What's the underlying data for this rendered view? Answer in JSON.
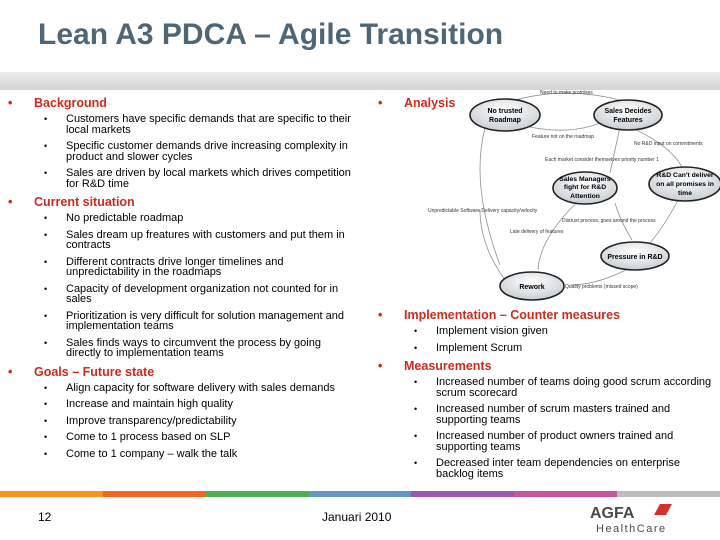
{
  "title": "Lean A3 PDCA – Agile Transition",
  "left": {
    "background": {
      "heading": "Background",
      "items": [
        "Customers have specific demands that are specific to their local markets",
        "Specific customer demands drive increasing complexity in product and slower cycles",
        "Sales are driven by local markets which drives competition for R&D time"
      ]
    },
    "current": {
      "heading": "Current situation",
      "items": [
        "No predictable roadmap",
        "Sales dream up freatures with customers and put them in contracts",
        "Different contracts drive longer timelines and unpredictability in the roadmaps",
        "Capacity of development organization not counted for in sales",
        "Prioritization is very difficult for solution management and implementation teams",
        "Sales finds ways to circumvent the process by going directly to implementation teams"
      ]
    },
    "goals": {
      "heading": "Goals – Future state",
      "items": [
        "Align capacity for software delivery with sales demands",
        "Increase and maintain high quality",
        "Improve transparency/predictability",
        "Come to 1 process based on SLP",
        "Come to 1 company – walk the talk"
      ]
    }
  },
  "right": {
    "analysis": {
      "heading": "Analysis"
    },
    "implementation": {
      "heading": "Implementation – Counter measures",
      "items": [
        "Implement vision given",
        "Implement Scrum"
      ]
    },
    "measurements": {
      "heading": "Measurements",
      "items": [
        "Increased number of teams doing good scrum according scrum scorecard",
        "Increased number of scrum masters trained and supporting teams",
        "Increased number of product owners trained and supporting teams",
        "Decreased inter team dependencies on enterprise backlog items"
      ]
    }
  },
  "diagram": {
    "nodes": {
      "roadmap": [
        "No trusted",
        "Roadmap"
      ],
      "sales": [
        "Sales Decides",
        "Features"
      ],
      "managers": [
        "Sales Managers",
        "fight for R&D",
        "Attention"
      ],
      "deliver": [
        "R&D Can't deliver",
        "on all promises in",
        "time"
      ],
      "pressure": [
        "Pressure in R&D"
      ],
      "rework": [
        "Rework"
      ]
    },
    "labels": {
      "need_promises": "Need to make promises",
      "not_on_roadmap": "Feature not on the roadmap",
      "no_input": "No R&D input on commitments",
      "each_market": "Each market consider themselves priority number 1",
      "unpredictable": "Unpredictable Software Delivery capacity/velocity",
      "distrust": "Distrust process, goes around the process",
      "late_delivery": "Late delivery of features",
      "quality": "Quality problems (missed scope)"
    }
  },
  "footer": {
    "page": "12",
    "date": "Januari 2010",
    "colors": [
      "#f7941d",
      "#f26522",
      "#4caf50",
      "#6497c8",
      "#9b59b6",
      "#c8569e",
      "#bdbdbd"
    ]
  },
  "logo": {
    "brand": "AGFA",
    "sub": "HealthCare",
    "color": "#4a4a4a",
    "accent": "#d6302c"
  }
}
